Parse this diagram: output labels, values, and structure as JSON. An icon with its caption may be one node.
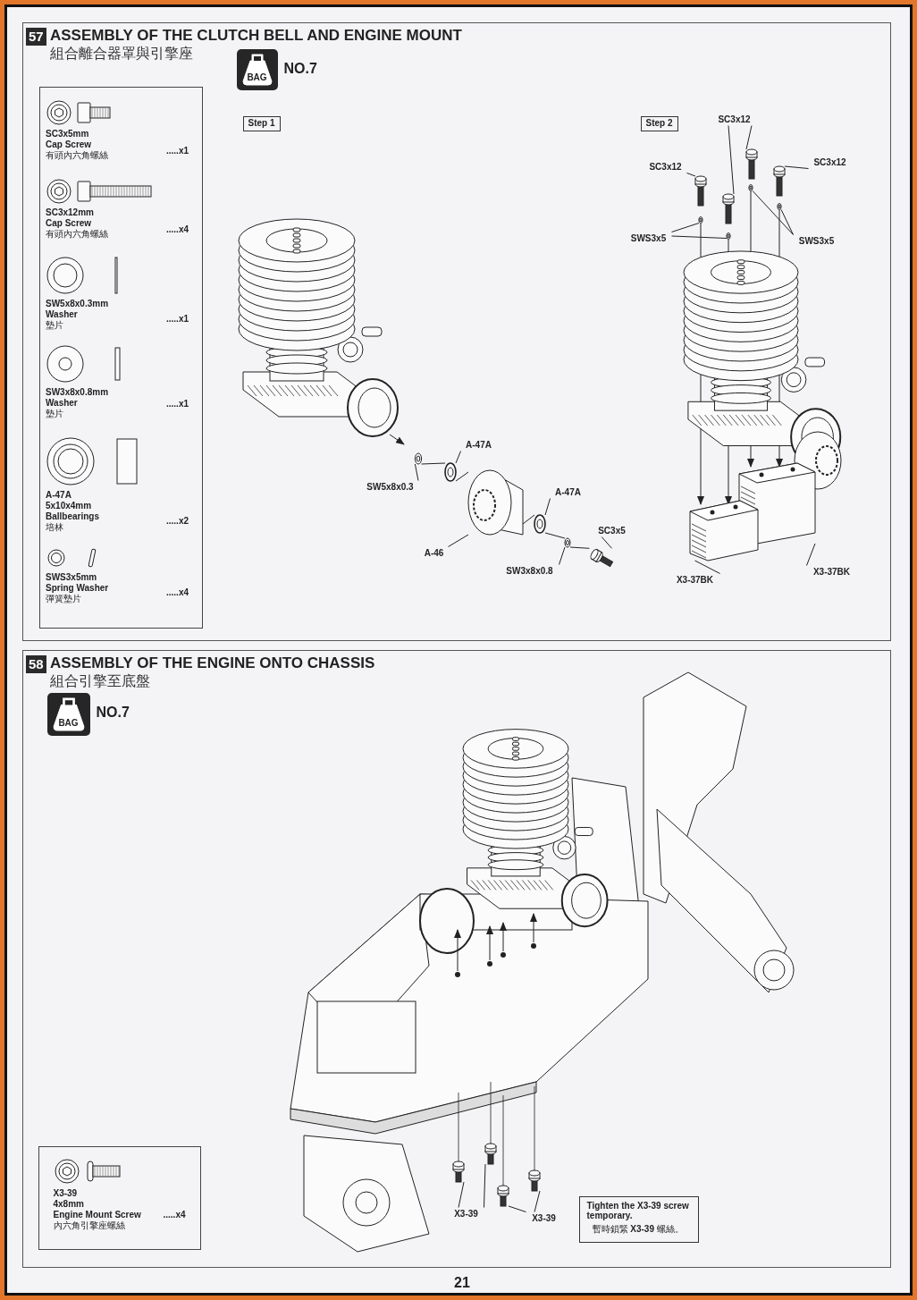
{
  "diagram": {
    "nodes": [
      {
        "text": [
          "57",
          "ASSEMBLY OF THE CLUTCH BELL AND ENGINE MOUNT",
          "組合離合器罩與引擎座"
        ]
      },
      {
        "text": [
          "BAG"
        ],
        "in": 0,
        "beside": [
          "NO.7"
        ]
      },
      {
        "text": [],
        "shape": "box",
        "in": 0
      },
      {
        "text": [
          "SC3x5mm",
          "Cap Screw",
          "有頭內六角螺絲"
        ],
        "in": 2
      },
      {
        "text": [
          "SC3x12mm",
          "Cap Screw",
          "有頭內六角螺絲"
        ],
        "in": 2
      },
      {
        "text": [
          "SW5x8x0.3mm",
          "Washer",
          "墊片"
        ],
        "in": 2
      },
      {
        "text": [
          "SW3x8x0.8mm",
          "Washer",
          "墊片"
        ],
        "in": 2
      },
      {
        "text": [
          "A-47A",
          "5x10x4mm",
          "Ballbearings",
          "培林"
        ],
        "in": 2
      },
      {
        "text": [
          "SWS3x5mm",
          "Spring Washer",
          "彈簧墊片"
        ],
        "in": 2
      },
      {
        "text": [
          "Step 1"
        ],
        "in": 0
      },
      {
        "text": [
          "Step 2"
        ],
        "in": 0
      },
      {
        "text": [
          "SW5x8x0.3"
        ],
        "in": 0
      },
      {
        "text": [
          "A-47A"
        ],
        "in": 0
      },
      {
        "text": [
          "A-46"
        ],
        "in": 0
      },
      {
        "text": [
          "A-47A"
        ],
        "in": 0
      },
      {
        "text": [
          "SC3x5"
        ],
        "in": 0
      },
      {
        "text": [
          "SW3x8x0.8"
        ],
        "in": 0
      },
      {
        "text": [
          "SC3x12"
        ],
        "in": 0
      },
      {
        "text": [
          "SC3x12"
        ],
        "in": 0
      },
      {
        "text": [
          "SC3x12"
        ],
        "in": 0
      },
      {
        "text": [
          "SWS3x5"
        ],
        "in": 0
      },
      {
        "text": [
          "SWS3x5"
        ],
        "in": 0
      },
      {
        "text": [
          "X3-37BK"
        ],
        "in": 0
      },
      {
        "text": [
          "X3-37BK"
        ],
        "in": 0
      },
      {
        "text": [
          "58",
          "ASSEMBLY OF THE ENGINE ONTO CHASSIS",
          "組合引擎至底盤"
        ]
      },
      {
        "text": [
          "BAG"
        ],
        "in": 24,
        "beside": [
          "NO.7"
        ]
      },
      {
        "text": [
          "X3-39",
          "4x8mm",
          "Engine Mount Screw",
          "內六角引擎座螺絲",
          ".....x4"
        ],
        "in": 24
      },
      {
        "text": [
          "X3-39"
        ],
        "in": 24
      },
      {
        "text": [
          "X3-39"
        ],
        "in": 24
      },
      {
        "text": [
          "Tighten the X3-39 screw temporary.",
          "暫時鎖緊 **X3-39** 螺絲。"
        ],
        "in": 24
      },
      {
        "text": [],
        "shape": "picture",
        "in": 0
      },
      {
        "text": [],
        "shape": "picture",
        "in": 0
      },
      {
        "text": [],
        "shape": "picture",
        "in": 0
      },
      {
        "text": [],
        "shape": "picture",
        "in": 0
      },
      {
        "text": [],
        "shape": "picture",
        "in": 0
      },
      {
        "text": [],
        "shape": "picture",
        "in": 0
      },
      {
        "text": [],
        "shape": "picture",
        "in": 0
      },
      {
        "text": [],
        "shape": "picture",
        "in": 0
      },
      {
        "text": [],
        "shape": "picture",
        "in": 0
      },
      {
        "text": [],
        "shape": "picture",
        "in": 0
      },
      {
        "text": [],
        "shape": "picture",
        "in": 0
      },
      {
        "text": [],
        "shape": "picture",
        "in": 0
      },
      {
        "text": [],
        "shape": "picture",
        "in": 0
      },
      {
        "text": [],
        "shape": "picture",
        "in": 0
      },
      {
        "text": [],
        "shape": "picture",
        "in": 0
      },
      {
        "text": [],
        "shape": "picture",
        "in": 0
      },
      {
        "text": [],
        "shape": "picture",
        "in": 24
      },
      {
        "text": [],
        "shape": "picture",
        "in": 24
      },
      {
        "text": [],
        "shape": "picture",
        "in": 24
      },
      {
        "text": [],
        "shape": "picture",
        "in": 24
      }
    ],
    "edges": [
      {
        "from": 11,
        "to": 30,
        "arrow": "none"
      },
      {
        "from": 12,
        "to": 31,
        "arrow": "none"
      },
      {
        "from": 13,
        "to": 32,
        "arrow": "none"
      },
      {
        "from": 14,
        "to": 33,
        "arrow": "none"
      },
      {
        "from": 15,
        "to": 35,
        "arrow": "none"
      },
      {
        "from": 16,
        "to": 34,
        "arrow": "none"
      },
      {
        "from": 17,
        "to": 36,
        "arrow": "none"
      },
      {
        "from": 18,
        "to": 37,
        "arrow": "none"
      },
      {
        "from": 18,
        "to": 38,
        "arrow": "none"
      },
      {
        "from": 19,
        "to": 39,
        "arrow": "none"
      },
      {
        "from": 20,
        "to": 40,
        "arrow": "none"
      },
      {
        "from": 20,
        "to": 41,
        "arrow": "none"
      },
      {
        "from": 21,
        "to": 42,
        "arrow": "none"
      },
      {
        "from": 21,
        "to": 43,
        "arrow": "none"
      },
      {
        "from": 22,
        "to": 44,
        "arrow": "none"
      },
      {
        "from": 23,
        "to": 45,
        "arrow": "none"
      },
      {
        "from": 27,
        "to": 46,
        "arrow": "none"
      },
      {
        "from": 27,
        "to": 47,
        "arrow": "none"
      },
      {
        "from": 28,
        "to": 48,
        "arrow": "none"
      },
      {
        "from": 28,
        "to": 49,
        "arrow": "none"
      },
      {
        "from": 30,
        "to": 31,
        "arrow": "none"
      },
      {
        "from": 31,
        "to": 32,
        "arrow": "none"
      },
      {
        "from": 32,
        "to": 33,
        "arrow": "none"
      },
      {
        "from": 33,
        "to": 34,
        "arrow": "none"
      },
      {
        "from": 34,
        "to": 35,
        "arrow": "none"
      },
      {
        "from": 40,
        "to": 44,
        "arrow": "to"
      },
      {
        "from": 41,
        "to": 44,
        "arrow": "to"
      },
      {
        "from": 42,
        "to": 45,
        "arrow": "to"
      },
      {
        "from": 43,
        "to": 45,
        "arrow": "to"
      }
    ],
    "labels": [
      ".....x1",
      ".....x4",
      ".....x1",
      ".....x1",
      ".....x2",
      ".....x4",
      "21"
    ]
  }
}
